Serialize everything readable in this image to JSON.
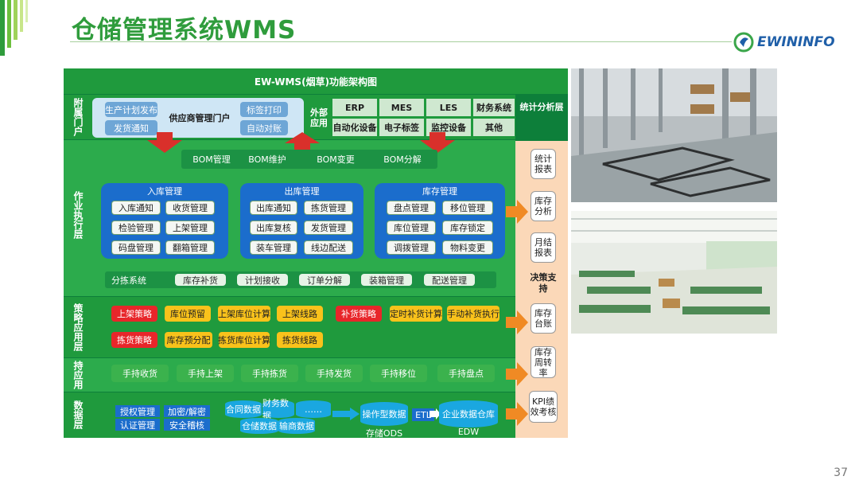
{
  "title": "仓储管理系统WMS",
  "brand": "EWININFO",
  "page_number": "37",
  "diagram": {
    "heading": "EW-WMS(烟草)功能架构图",
    "rows": {
      "portal": "附属门户",
      "operation": "作业执行层",
      "strategy": "策略应用层",
      "handheld": "持应用",
      "data": "数据层"
    },
    "portal": {
      "left": [
        "生产计划发布",
        "发货通知"
      ],
      "center": "供应商管理门户",
      "right": [
        "标签打印",
        "自动对账"
      ],
      "external_label": "外部应用",
      "external": [
        "ERP",
        "MES",
        "LES",
        "财务系统",
        "自动化设备",
        "电子标签",
        "监控设备",
        "其他"
      ],
      "stats": "统计分析层"
    },
    "bom": [
      "BOM管理",
      "BOM维护",
      "BOM变更",
      "BOM分解"
    ],
    "groups": [
      {
        "title": "入库管理",
        "items": [
          "入库通知",
          "收货管理",
          "检验管理",
          "上架管理",
          "码盘管理",
          "翻箱管理"
        ]
      },
      {
        "title": "出库管理",
        "items": [
          "出库通知",
          "拣货管理",
          "出库复核",
          "发货管理",
          "装车管理",
          "线边配送"
        ]
      },
      {
        "title": "库存管理",
        "items": [
          "盘点管理",
          "移位管理",
          "库位管理",
          "库存锁定",
          "调拨管理",
          "物料变更"
        ]
      }
    ],
    "sorting": {
      "label": "分拣系统",
      "items": [
        "库存补货",
        "计划接收",
        "订单分解",
        "装箱管理",
        "配送管理"
      ]
    },
    "strategy_row1": [
      "上架策略",
      "库位预留",
      "上架库位计算",
      "上架线路",
      "补货策略",
      "定时补货计算",
      "手动补货执行"
    ],
    "strategy_row2": [
      "拣货策略",
      "库存预分配",
      "拣货库位计算",
      "拣货线路"
    ],
    "handheld": [
      "手持收货",
      "手持上架",
      "手持拣货",
      "手持发货",
      "手持移位",
      "手持盘点"
    ],
    "data_layer": {
      "security": [
        "授权管理",
        "加密/解密",
        "认证管理",
        "安全稽核"
      ],
      "sources": [
        "合同数据",
        "财务数据",
        "……",
        "仓储数据",
        "输商数据"
      ],
      "ods_box": "操作型数据",
      "ods_label": "存储ODS",
      "etl": "ETL",
      "edw_box": "企业数据仓库",
      "edw_label": "EDW"
    },
    "decision": {
      "items_top": [
        "统计报表",
        "库存分析",
        "月结报表"
      ],
      "label": "决策支持",
      "items_bottom": [
        "库存台账",
        "库存周转率",
        "KPI绩效考核"
      ]
    }
  },
  "colors": {
    "brand_green": "#2f9c3c",
    "dark_green": "#0d7f3a",
    "band_green": "#25a54a",
    "red": "#e8262a",
    "yellow": "#f9c21b",
    "blue": "#1b6dcc",
    "orange": "#f08a24"
  }
}
